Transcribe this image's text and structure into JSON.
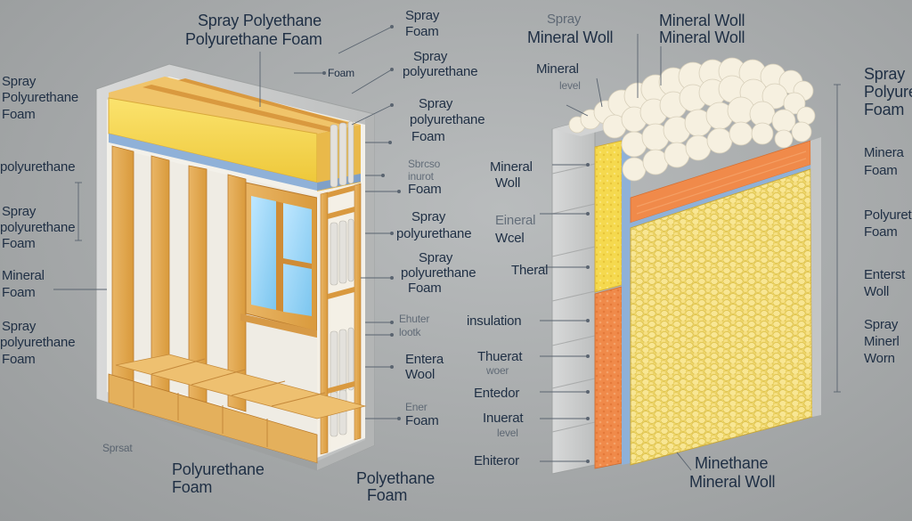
{
  "colors": {
    "background": "#a6a9aa",
    "foam_yellow": "#f3d64a",
    "wood": "#e0a64a",
    "mineral_orange": "#f08a4a",
    "concrete": "#c9cbcb",
    "pellet_yellow": "#f4e18b",
    "mineral_white": "#f5efdf",
    "vapor_blue": "#7fa7d6",
    "label_text": "#1f2f44"
  },
  "left_diagram": {
    "top_labels": {
      "spray_polyethane": "Spray Polyethane",
      "polyurethane_foam": "Polyurethane Foam",
      "spray": "Spray",
      "foam": "Foam",
      "foam_small": "Foam",
      "spray_2": "Spray",
      "polyurethane": "polyurethane"
    },
    "left_labels": {
      "spray_1": "Spray",
      "polyurethane_1": "Polyurethane",
      "foam_1": "Foam",
      "polyurethane_2": "polyurethane",
      "spray_2": "Spray",
      "polyurethane_3": "polyurethane",
      "foam_2": "Foam",
      "mineral": "Mineral",
      "foam_3": "Foam",
      "spray_3": "Spray",
      "polyurethane_4": "polyurethane",
      "foam_4": "Foam"
    },
    "right_labels": {
      "spray_3": "Spray",
      "polyurethane_5": "polyurethane",
      "foam_5": "Foam",
      "sbrcso": "Sbrcso",
      "inurot": "inurot",
      "foam_6": "Foam",
      "spray_4": "Spray",
      "polyurethane_6": "polyurethane",
      "spray_5": "Spray",
      "polyurethane_7": "polyurethane",
      "foam_7": "Foam",
      "ehuter": "Ehuter",
      "lootk": "lootk",
      "entera": "Entera",
      "wool": "Wool",
      "ener": "Ener",
      "foam_8": "Foam"
    },
    "bottom_labels": {
      "sprsat": "Sprsat",
      "polyurethane": "Polyurethane",
      "foam": "Foam",
      "polyethane": "Polyethane",
      "foam_2": "Foam"
    }
  },
  "right_diagram": {
    "top_labels": {
      "spray": "Spray",
      "mineral_woll_1": "Mineral Woll",
      "mineral_woll_2": "Mineral Woll",
      "mineral_woll_3": "Mineral Woll",
      "mineral": "Mineral",
      "level": "level"
    },
    "left_labels": {
      "mineral": "Mineral",
      "woll": "Woll",
      "eineral": "Eineral",
      "wcel": "Wcel",
      "theral": "Theral",
      "insulation": "insulation",
      "thuerat": "Thuerat",
      "woer": "woer",
      "entedor": "Entedor",
      "inuerat": "Inuerat",
      "level": "level",
      "ehiteror": "Ehiteror"
    },
    "right_labels": {
      "spray_1": "Spray",
      "polyurethane_1": "Polyurethane",
      "foam_1": "Foam",
      "mineral_1": "Minera",
      "foam_2": "Foam",
      "polyurethane_2": "Polyurethane",
      "foam_3": "Foam",
      "enterst": "Enterst",
      "woll": "Woll",
      "spray_2": "Spray",
      "minerl": "Minerl",
      "worn": "Worn"
    },
    "bottom_labels": {
      "minethane": "Minethane",
      "mineral_woll": "Mineral Woll"
    }
  }
}
